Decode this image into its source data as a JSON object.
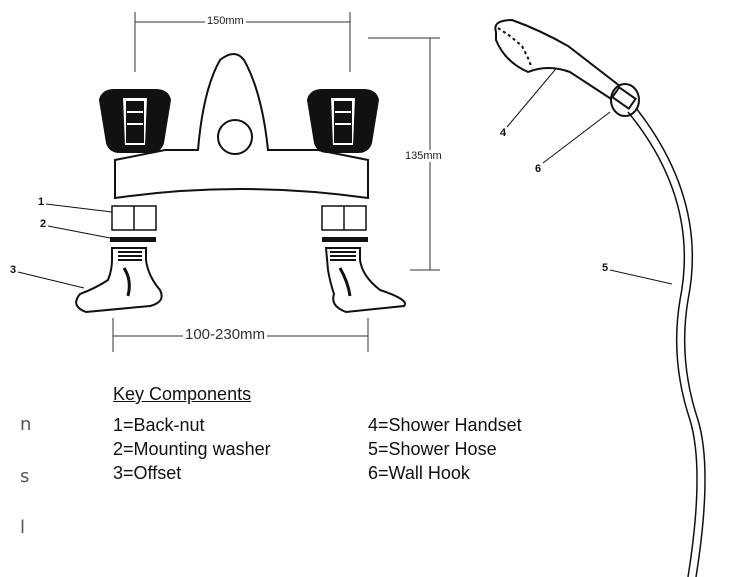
{
  "dimensions": {
    "width_label": "150mm",
    "height_label": "135mm",
    "spacing_label": "100-230mm"
  },
  "callouts": [
    "1",
    "2",
    "3",
    "4",
    "5",
    "6"
  ],
  "cut_text": [
    "n",
    "s",
    "l"
  ],
  "key": {
    "title": "Key Components",
    "left": [
      "1=Back-nut",
      "2=Mounting washer",
      "3=Offset"
    ],
    "right": [
      "4=Shower Handset",
      "5=Shower Hose",
      "6=Wall Hook"
    ]
  }
}
